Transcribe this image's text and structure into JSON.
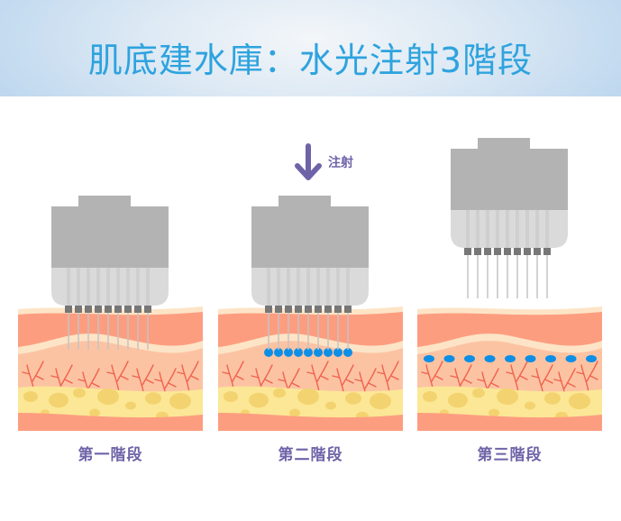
{
  "title": "肌底建水庫：水光注射3階段",
  "inject_label": "注射",
  "stages": [
    {
      "label": "第一階段",
      "state": "needles-in-skin"
    },
    {
      "label": "第二階段",
      "state": "injecting-droplets"
    },
    {
      "label": "第三階段",
      "state": "device-withdrawn-droplets-spread"
    }
  ],
  "colors": {
    "title": "#2ea3de",
    "label": "#6f63a8",
    "arrow": "#6f63a8",
    "device_body": "#b3b3b3",
    "device_lower": "#dadada",
    "needle_tip": "#777777",
    "epidermis": "#fd9d80",
    "skin_line": "#fde4c6",
    "dermis": "#fcc3a3",
    "vessel": "#f0624d",
    "fat": "#fbe796",
    "fat_cell": "#f3d36f",
    "droplet": "#0d8fe6"
  },
  "needle_count": 9
}
